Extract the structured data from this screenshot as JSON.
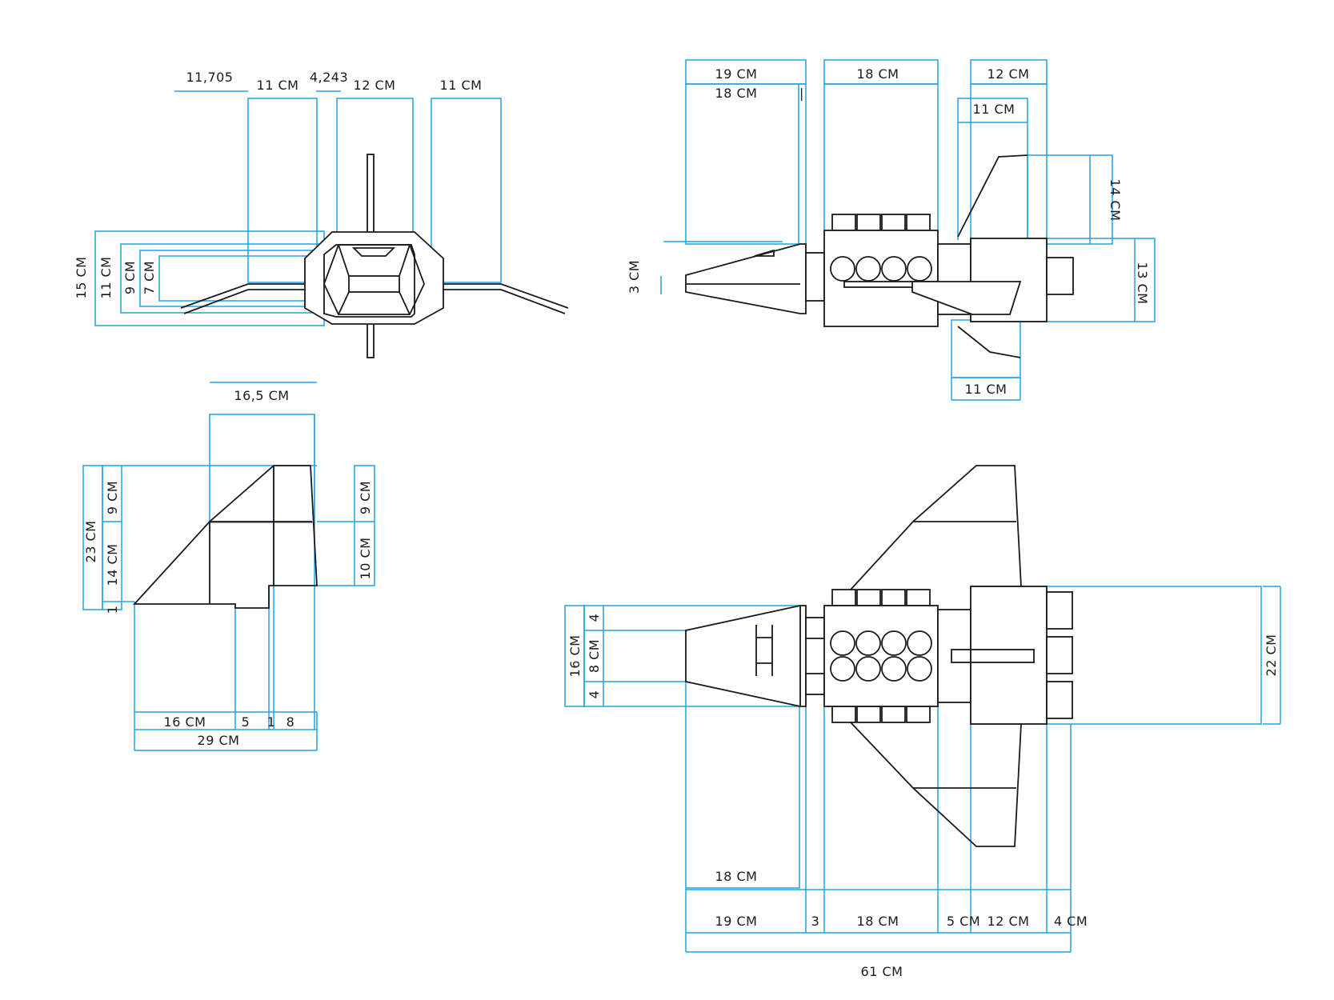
{
  "colors": {
    "outline": "#1a1a1a",
    "dimension": "#1ea3e6",
    "background": "#ffffff"
  },
  "front_view": {
    "top_dims": [
      "11,705",
      "11 CM",
      "4,243",
      "12 CM",
      "11 CM"
    ],
    "side_dims": [
      "15 CM",
      "11 CM",
      "9 CM",
      "7 CM"
    ]
  },
  "side_view": {
    "top_dims": [
      "19 CM",
      "18 CM",
      "18 CM",
      "12 CM",
      "11 CM"
    ],
    "tick": "|",
    "right_dims": [
      "14 CM",
      "13 CM"
    ],
    "left_dim": "3 CM",
    "bottom_dim": "11 CM"
  },
  "fin_view": {
    "top_dim": "16,5 CM",
    "left_dims": [
      "23 CM",
      "9 CM",
      "14 CM",
      "1"
    ],
    "right_dims": [
      "9 CM",
      "10 CM"
    ],
    "bottom_dims": [
      "16 CM",
      "5",
      "1",
      "8"
    ],
    "total": "29 CM"
  },
  "top_view": {
    "left_dims": [
      "16 CM",
      "4",
      "8 CM",
      "4"
    ],
    "right_dim": "22 CM",
    "inner_dim": "18 CM",
    "bottom_dims": [
      "19 CM",
      "3",
      "18 CM",
      "5 CM",
      "12 CM",
      "4 CM"
    ],
    "total": "61 CM"
  }
}
